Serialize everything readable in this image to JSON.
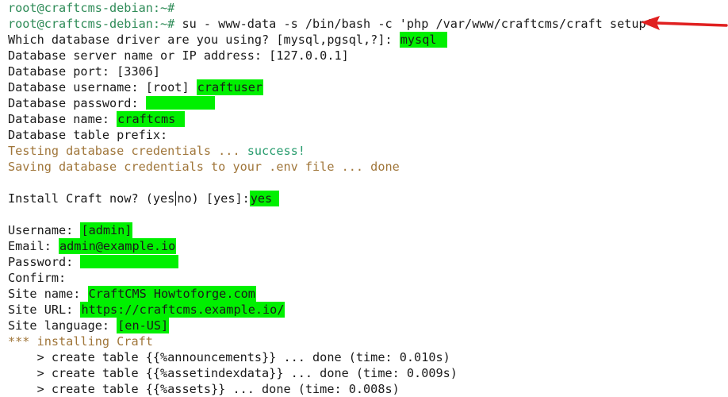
{
  "terminal": {
    "prompt1": "root@craftcms-debian:~#",
    "prompt2": "root@craftcms-debian:~#",
    "command": " su - www-data -s /bin/bash -c 'php /var/www/craftcms/craft setup'",
    "driver_q": "Which database driver are you using? [mysql,pgsql,?]: ",
    "driver_a": "mysql",
    "server_q": "Database server name or IP address: [127.0.0.1]",
    "port_q": "Database port: [3306]",
    "user_q": "Database username: [root] ",
    "user_a": "craftuser",
    "pass_q": "Database password: ",
    "name_q": "Database name: ",
    "name_a": "craftcms",
    "prefix_q": "Database table prefix:",
    "testing_text": "Testing database credentials ... ",
    "success_text": "success!",
    "saving_text": "Saving database credentials to your .env file ... done",
    "install_q_start": "Install Craft now? (yes",
    "install_q_end": "no) [yes]:",
    "install_a": "yes",
    "username_q": "Username: ",
    "username_a": "[admin]",
    "email_q": "Email: ",
    "email_a": "admin@example.io",
    "password_q": "Password: ",
    "confirm_q": "Confirm:",
    "sitename_q": "Site name: ",
    "sitename_a": "CraftCMS Howtoforge.com",
    "siteurl_q": "Site URL: ",
    "siteurl_a": "https://craftcms.example.io/",
    "sitelang_q": "Site language: ",
    "sitelang_a": "[en-US]",
    "installing": "*** installing Craft",
    "create1": "    > create table {{%announcements}} ... done (time: 0.010s)",
    "create2": "    > create table {{%assetindexdata}} ... done (time: 0.009s)",
    "create3": "    > create table {{%assets}} ... done (time: 0.008s)"
  },
  "colors": {
    "highlight": "#00f000",
    "prompt": "#2e8b57",
    "success": "#2a9d6f",
    "status": "#a0763a",
    "arrow": "#e02020"
  },
  "icons": {
    "annotation": "red-arrow-icon"
  }
}
